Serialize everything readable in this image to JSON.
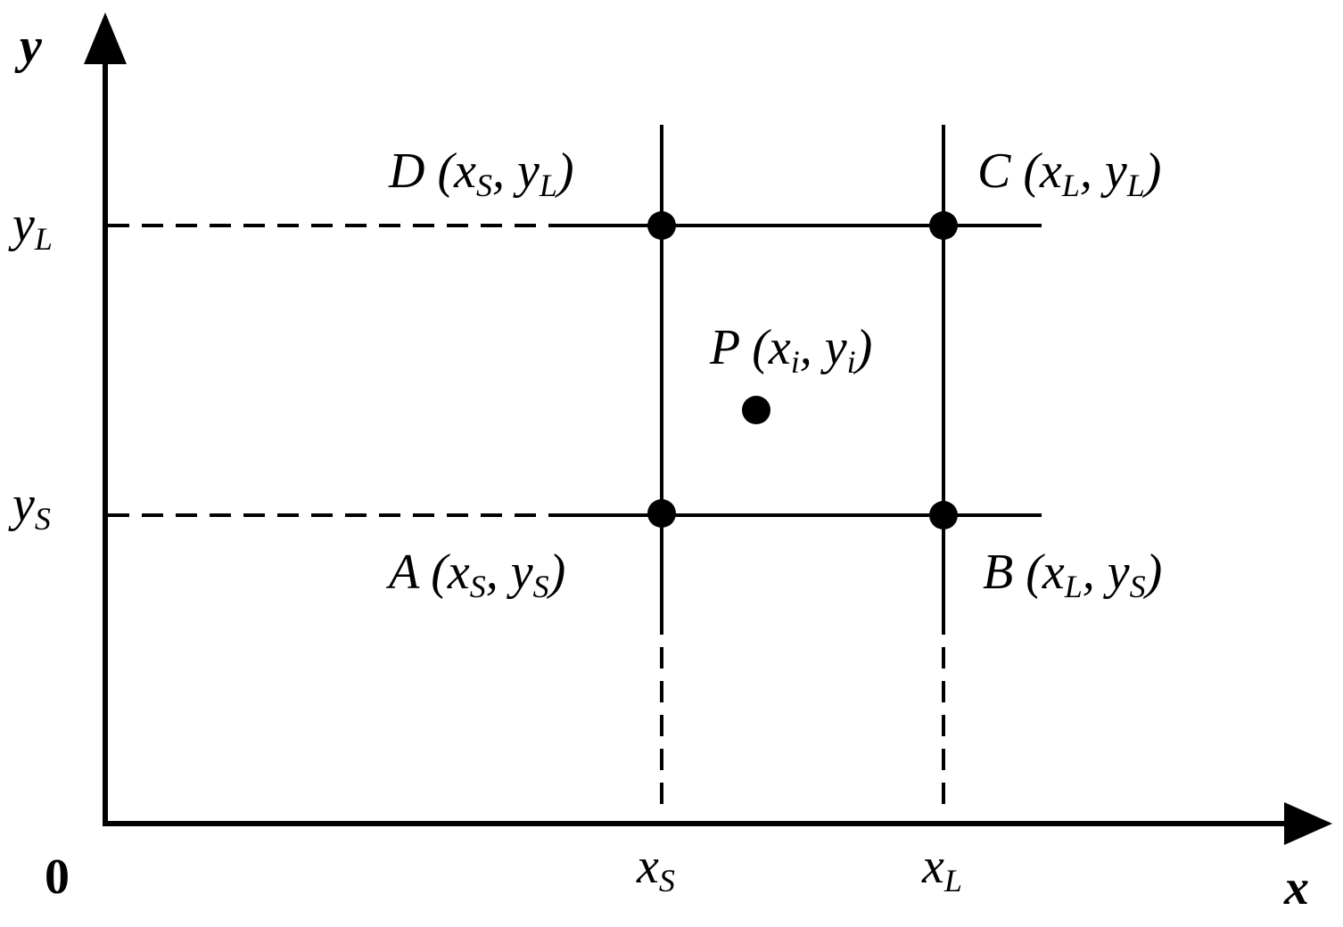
{
  "axes": {
    "x_name": "x",
    "y_name": "y",
    "origin": "0"
  },
  "x_ticks": [
    {
      "base": "x",
      "sub": "S"
    },
    {
      "base": "x",
      "sub": "L"
    }
  ],
  "y_ticks": [
    {
      "base": "y",
      "sub": "L"
    },
    {
      "base": "y",
      "sub": "S"
    }
  ],
  "points": {
    "D": {
      "letter": "D",
      "open": " (",
      "x_base": "x",
      "x_sub": "S",
      "sep": ", ",
      "y_base": "y",
      "y_sub": "L",
      "close": ")"
    },
    "C": {
      "letter": "C",
      "open": " (",
      "x_base": "x",
      "x_sub": "L",
      "sep": ", ",
      "y_base": "y",
      "y_sub": "L",
      "close": ")"
    },
    "P": {
      "letter": "P",
      "open": " (",
      "x_base": "x",
      "x_sub": "i",
      "sep": ", ",
      "y_base": "y",
      "y_sub": "i",
      "close": ")"
    },
    "A": {
      "letter": "A",
      "open": " (",
      "x_base": "x",
      "x_sub": "S",
      "sep": ", ",
      "y_base": "y",
      "y_sub": "S",
      "close": ")"
    },
    "B": {
      "letter": "B",
      "open": " (",
      "x_base": "x",
      "x_sub": "L",
      "sep": ", ",
      "y_base": "y",
      "y_sub": "S",
      "close": ")"
    }
  }
}
